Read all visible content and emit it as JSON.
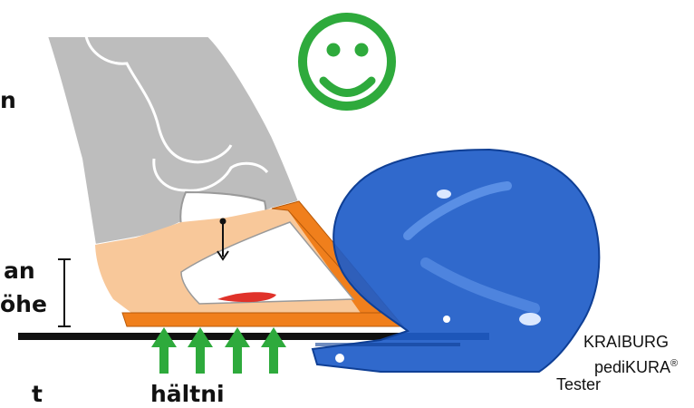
{
  "labels": {
    "left_top": "n",
    "left_mid_1": "an",
    "left_mid_2": "öhe",
    "bottom_frag_1": "t",
    "bottom_frag_2": "hältni"
  },
  "product": {
    "brand": "KRAIBURG",
    "name": "pediKURA",
    "registered": "®",
    "type": "Tester"
  },
  "colors": {
    "smiley": "#2eaa3c",
    "arrows": "#2eaa3c",
    "tester": "#1e5cc8",
    "claw_orange": "#f07f1c",
    "claw_skin": "#f8c89a",
    "bone_grey": "#bdbdbd",
    "ground": "#111111",
    "bruise": "#e0322a"
  },
  "icons": [
    "smiley-face-icon",
    "up-arrow-icon"
  ]
}
